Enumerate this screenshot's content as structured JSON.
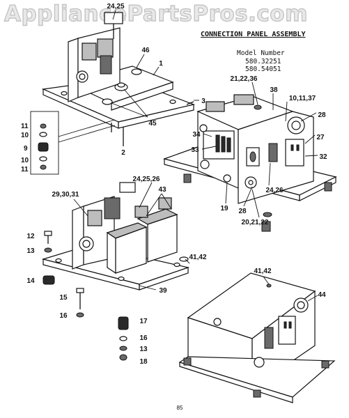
{
  "header": {
    "watermark": "AppliancePartsPros.com",
    "title": "CONNECTION PANEL ASSEMBLY",
    "model_heading": "Model Number",
    "model_1": "580.32251",
    "model_2": "580.54051"
  },
  "footer": {
    "page_mark": "85"
  },
  "callouts": {
    "c_24_25_top": "24,25",
    "c_46": "46",
    "c_1": "1",
    "c_3": "3",
    "c_45": "45",
    "c_2": "2",
    "c_11a": "11",
    "c_10a": "10",
    "c_9": "9",
    "c_10b": "10",
    "c_11b": "11",
    "c_21_22_36": "21,22,36",
    "c_38": "38",
    "c_10_11_37": "10,11,37",
    "c_28a": "28",
    "c_27": "27",
    "c_32": "32",
    "c_34": "34",
    "c_33": "33",
    "c_19": "19",
    "c_28b": "28",
    "c_20_21_22": "20,21,22",
    "c_24_26_right": "24,26",
    "c_29_30_31": "29,30,31",
    "c_24_25_26": "24,25,26",
    "c_43": "43",
    "c_12": "12",
    "c_13a": "13",
    "c_14": "14",
    "c_15": "15",
    "c_16a": "16",
    "c_41_42a": "41,42",
    "c_39": "39",
    "c_17": "17",
    "c_16b": "16",
    "c_13b": "13",
    "c_18": "18",
    "c_41_42b": "41,42",
    "c_44": "44"
  }
}
